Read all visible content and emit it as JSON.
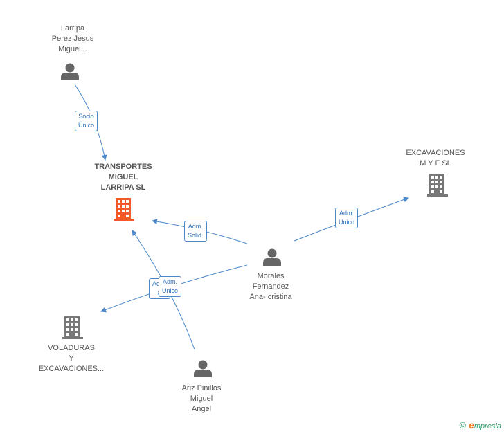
{
  "colors": {
    "edge": "#4a86c8",
    "person_icon": "#666666",
    "company_icon": "#777777",
    "main_company_icon": "#f05a28",
    "brand_green": "#2a9d6a",
    "brand_orange": "#f07a1d"
  },
  "nodes": {
    "larripa": {
      "lines": [
        "Larripa",
        "Perez Jesus",
        "Miguel..."
      ],
      "icon": "person-icon"
    },
    "transportes": {
      "lines": [
        "TRANSPORTES",
        "MIGUEL",
        "LARRIPA SL"
      ],
      "icon": "building-icon"
    },
    "excavaciones_myf": {
      "lines": [
        "EXCAVACIONES",
        "M Y F SL"
      ],
      "icon": "building-icon"
    },
    "morales": {
      "lines": [
        "Morales",
        "Fernandez",
        "Ana- cristina"
      ],
      "icon": "person-icon"
    },
    "voladuras": {
      "lines": [
        "VOLADURAS",
        "Y",
        "EXCAVACIONES..."
      ],
      "icon": "building-icon"
    },
    "ariz": {
      "lines": [
        "Ariz Pinillos",
        "Miguel",
        "Angel"
      ],
      "icon": "person-icon"
    }
  },
  "edges": {
    "socio": [
      "Socio",
      "Único"
    ],
    "adm_solid": [
      "Adm.",
      "Solid."
    ],
    "adm_unico_myf": [
      "Adm.",
      "Unico"
    ],
    "adm_s_partial": [
      "Adm.",
      "S"
    ],
    "adm_unico_vol": [
      "Adm.",
      "Unico"
    ]
  },
  "footer": {
    "copyright_symbol": "©",
    "brand_initial": "e",
    "brand_rest": "mpresia"
  }
}
